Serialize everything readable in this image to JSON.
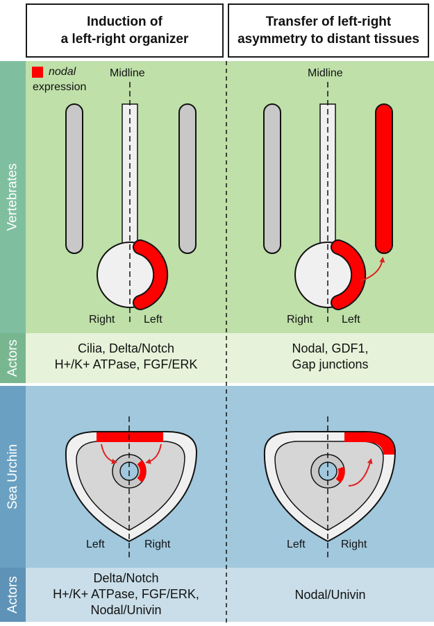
{
  "headers": {
    "left": "Induction of\na left-right organizer",
    "right": "Transfer of left-right\nasymmetry to distant tissues"
  },
  "rows": {
    "vertebrates": "Vertebrates",
    "actors_1": "Actors",
    "sea_urchin": "Sea Urchin",
    "actors_2": "Actors"
  },
  "legend": {
    "gene": "nodal",
    "suffix": "expression"
  },
  "labels": {
    "midline": "Midline",
    "right": "Right",
    "left": "Left"
  },
  "actors": {
    "vertebrates_induction": "Cilia, Delta/Notch\nH+/K+ ATPase, FGF/ERK",
    "vertebrates_transfer": "Nodal, GDF1,\nGap junctions",
    "urchin_induction": "Delta/Notch\nH+/K+ ATPase, FGF/ERK,\nNodal/Univin",
    "urchin_transfer": "Nodal/Univin"
  },
  "colors": {
    "vertebrate_bg": "#bfe0a9",
    "vertebrate_tab": "#7fbf9f",
    "actors1_bg": "#e6f2d9",
    "actors1_tab": "#78b690",
    "urchin_bg": "#a1c8dd",
    "urchin_tab": "#6aa1c2",
    "actors2_bg": "#c9dee9",
    "actors2_tab": "#5e93b7",
    "nodal_red": "#ff0000",
    "grey_tissue": "#c8c8c8"
  }
}
